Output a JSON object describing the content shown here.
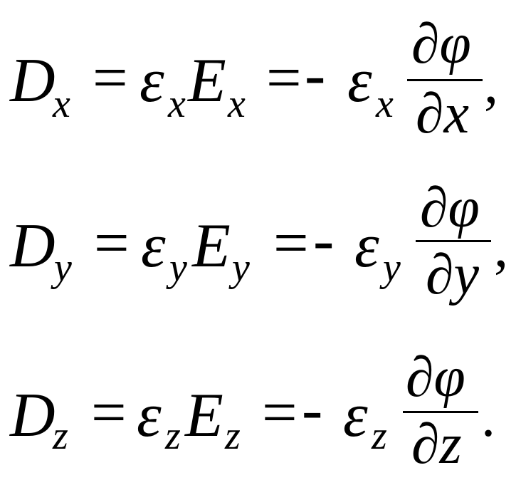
{
  "equations": [
    {
      "lhs_symbol": "D",
      "lhs_sub": "x",
      "eq1": "=",
      "eps1": "ε",
      "eps1_sub": "x",
      "field_symbol": "E",
      "field_sub": "x",
      "eq2": "=",
      "minus": "-",
      "eps2": "ε",
      "eps2_sub": "x",
      "numerator": "∂φ",
      "denominator": "∂x",
      "punctuation": ","
    },
    {
      "lhs_symbol": "D",
      "lhs_sub": "y",
      "eq1": "=",
      "eps1": "ε",
      "eps1_sub": "y",
      "field_symbol": "E",
      "field_sub": "y",
      "eq2": "=",
      "minus": "-",
      "eps2": "ε",
      "eps2_sub": "y",
      "numerator": "∂φ",
      "denominator": "∂y",
      "punctuation": ","
    },
    {
      "lhs_symbol": "D",
      "lhs_sub": "z",
      "eq1": "=",
      "eps1": "ε",
      "eps1_sub": "z",
      "field_symbol": "E",
      "field_sub": "z",
      "eq2": "=",
      "minus": "-",
      "eps2": "ε",
      "eps2_sub": "z",
      "numerator": "∂φ",
      "denominator": "∂z",
      "punctuation": "."
    }
  ]
}
